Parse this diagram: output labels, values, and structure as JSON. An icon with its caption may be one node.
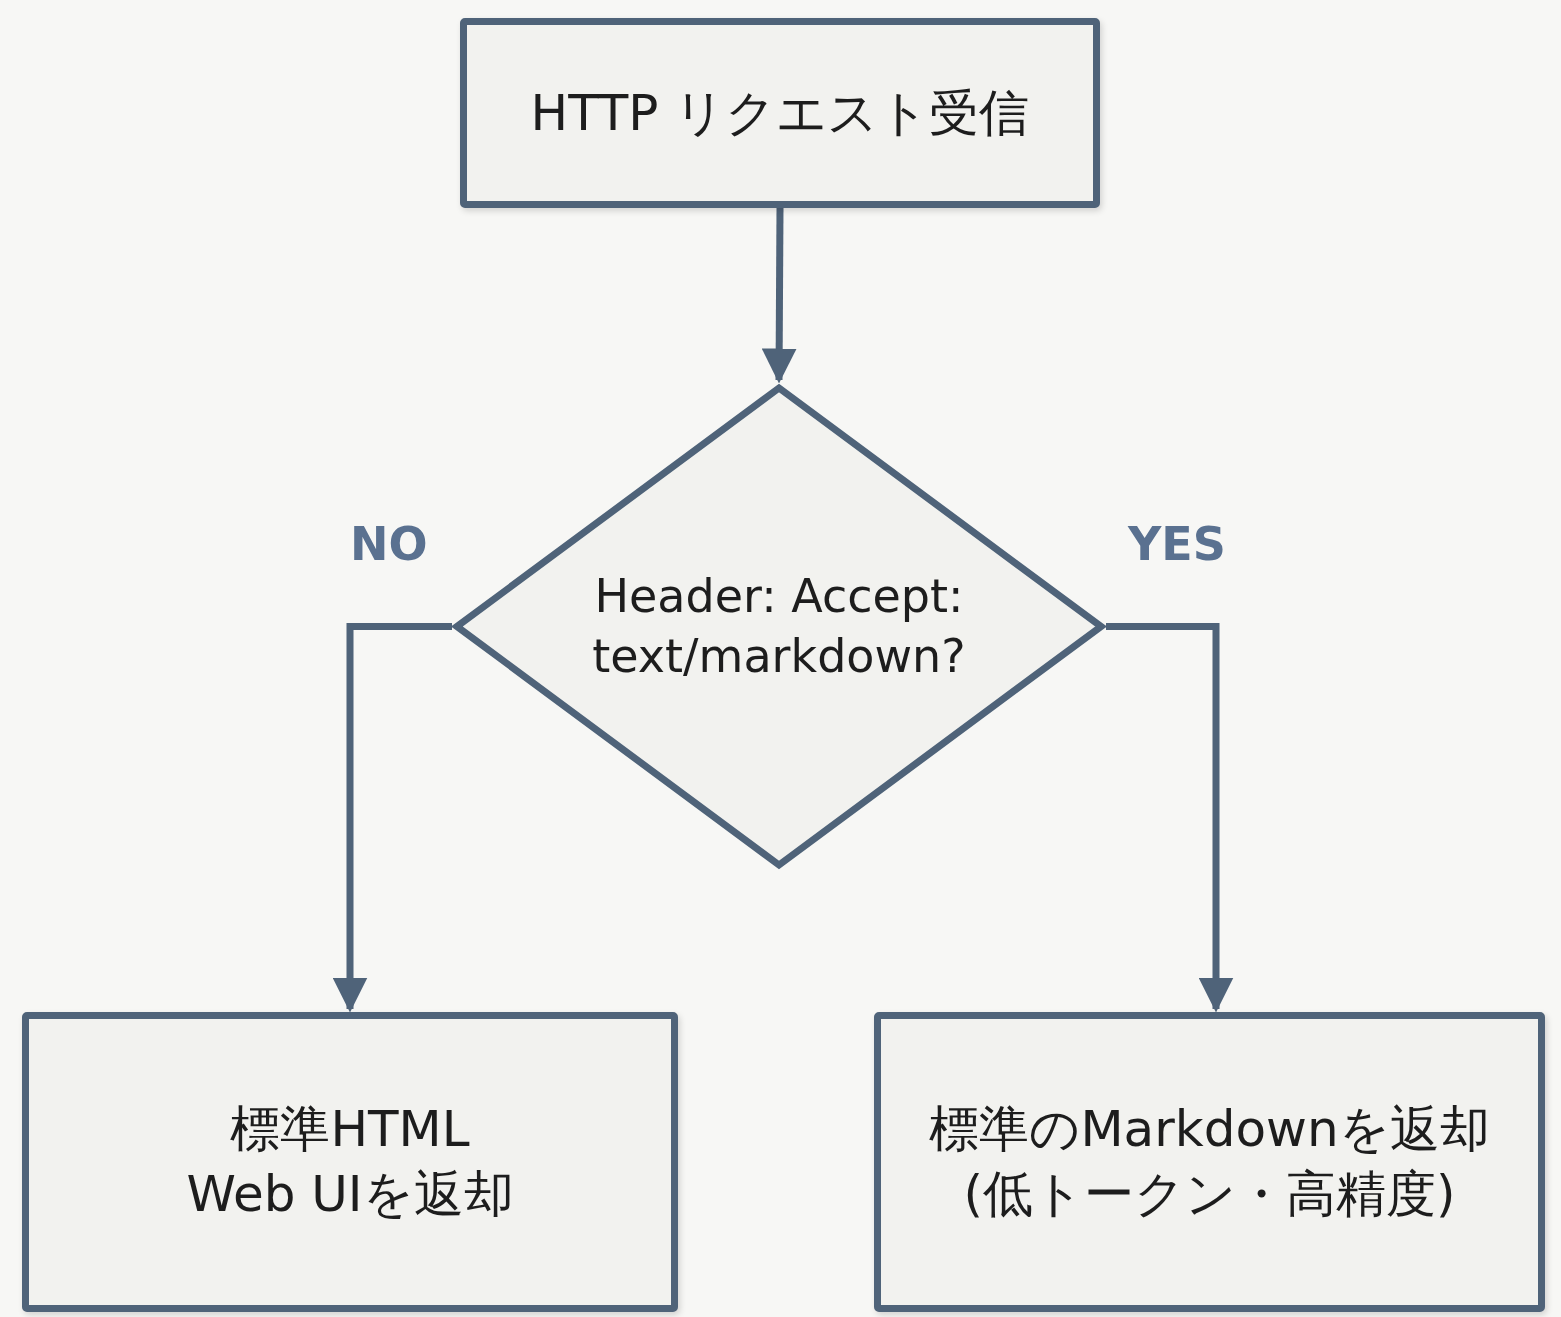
{
  "diagram": {
    "nodes": [
      {
        "text": [
          "HTTP リクエスト受信"
        ]
      },
      {
        "text": [
          "Header: Accept: text/markdown?"
        ]
      },
      {
        "text": [
          "標準HTML Web UIを返却"
        ]
      },
      {
        "text": [
          "標準のMarkdownを返却 (低トークン・高精度)"
        ]
      }
    ],
    "edges": [
      {
        "from": 0,
        "to": 1,
        "arrow": "to"
      },
      {
        "from": 1,
        "to": 2,
        "arrow": "to",
        "label": "NO"
      },
      {
        "from": 1,
        "to": 3,
        "arrow": "to",
        "label": "YES"
      }
    ]
  }
}
